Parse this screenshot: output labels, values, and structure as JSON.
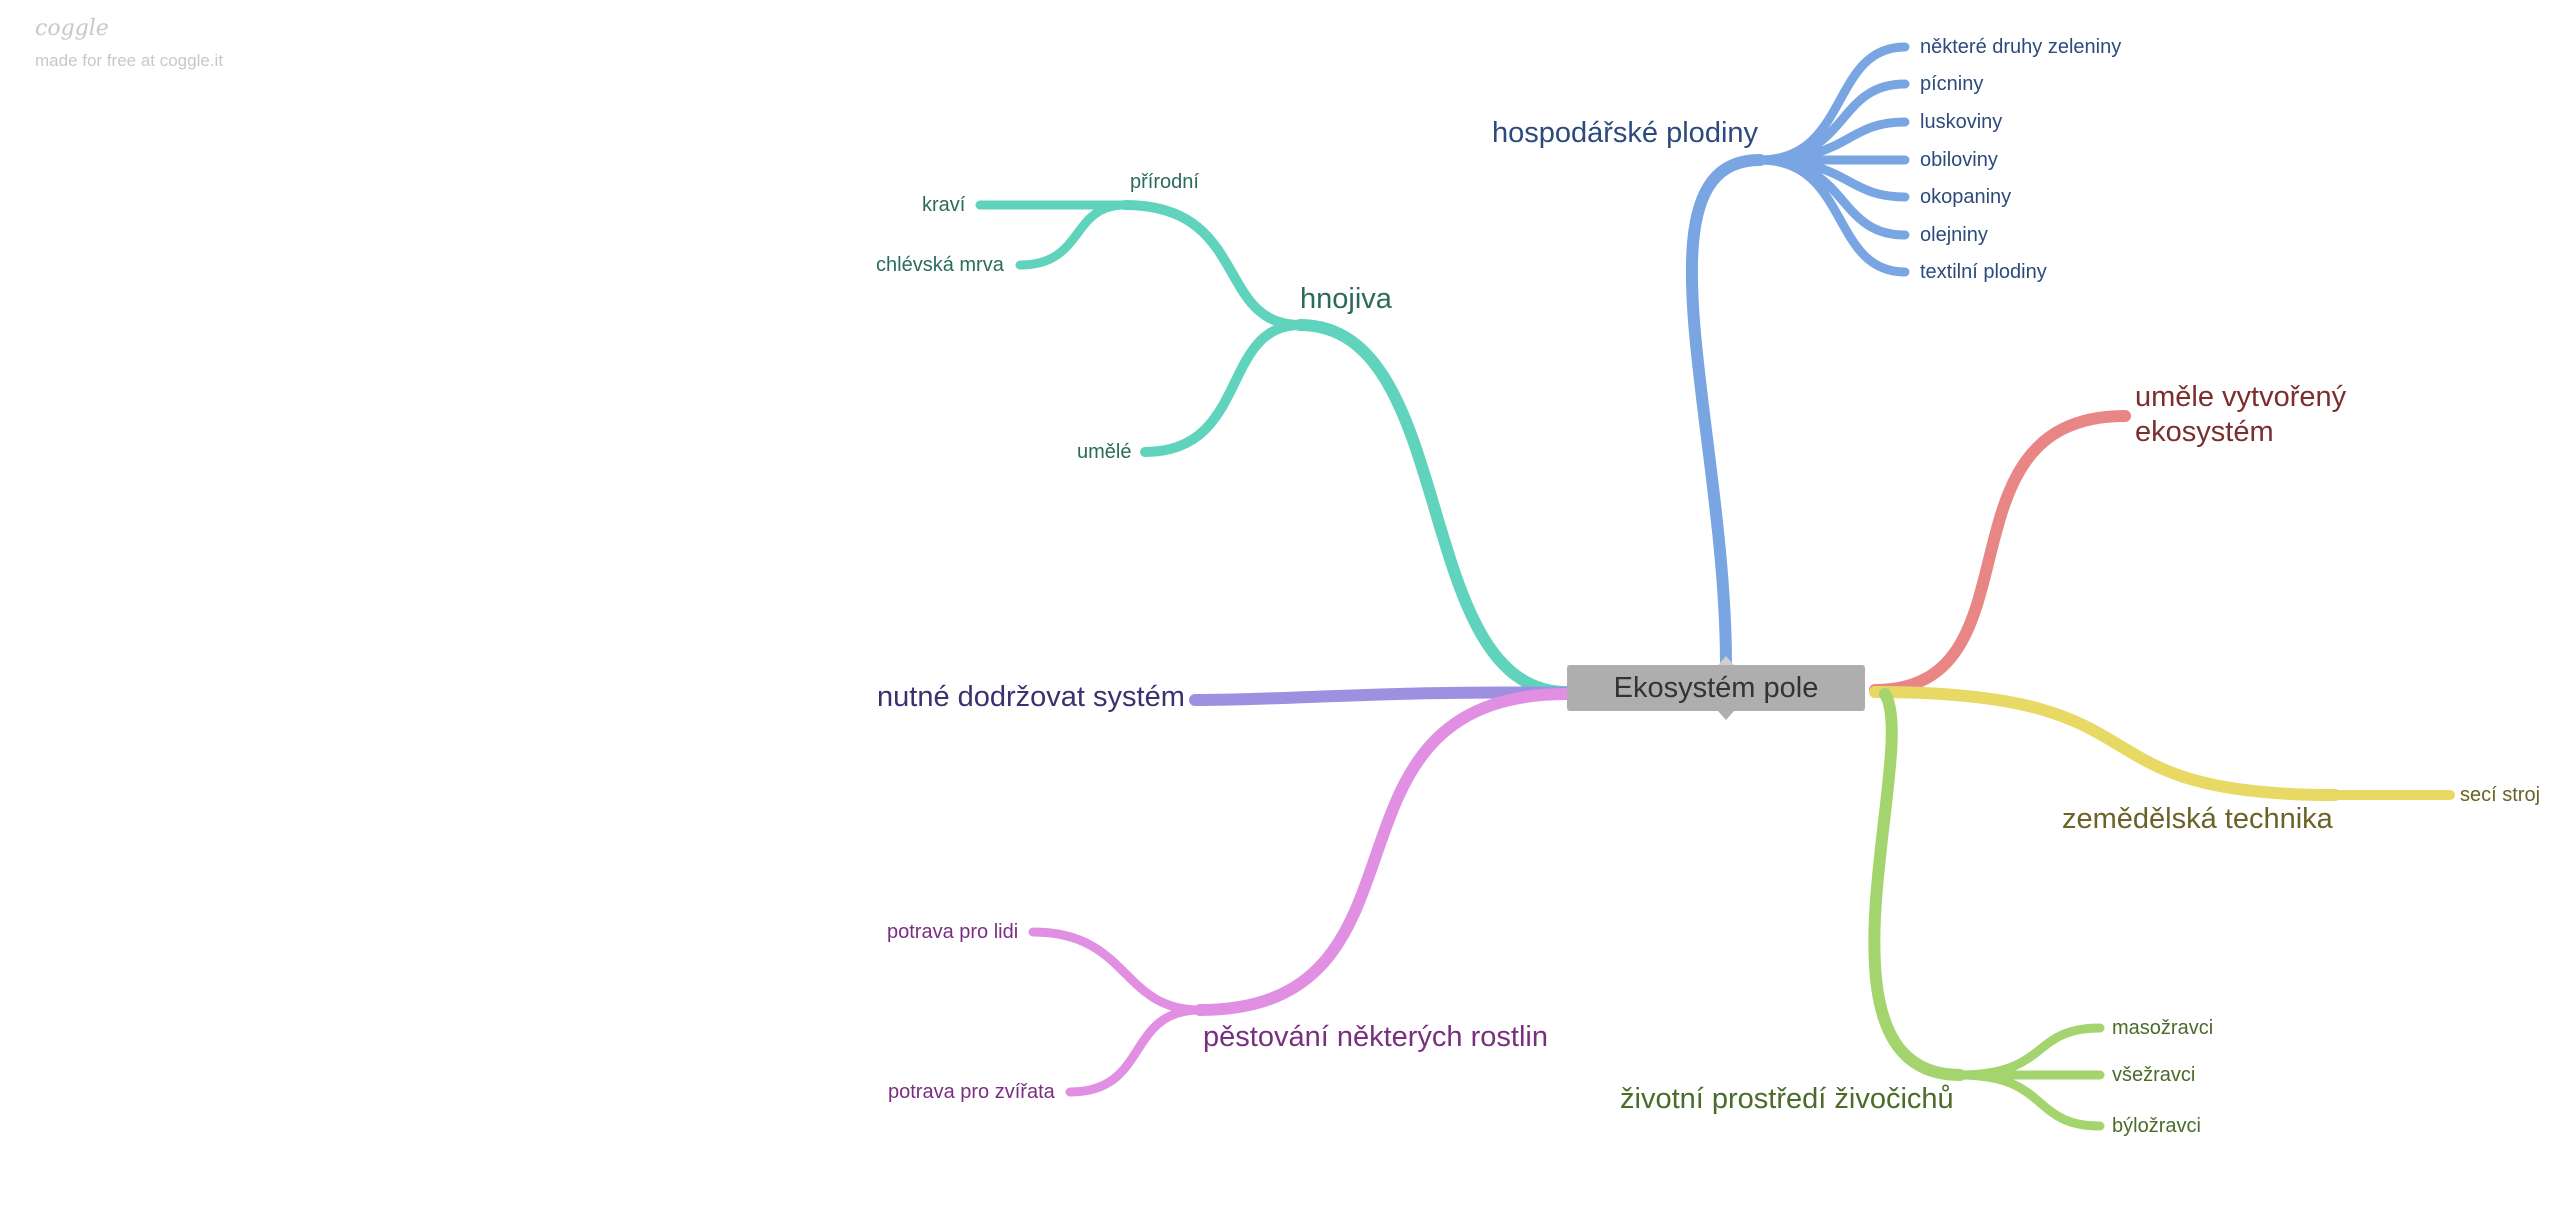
{
  "watermark": {
    "logo": "coggle",
    "subtitle": "made for free at coggle.it"
  },
  "root": {
    "label": "Ekosystém pole",
    "color": "#aeaeae"
  },
  "branches": [
    {
      "id": "hnojiva",
      "label": "hnojiva",
      "color": "#5fd3bc",
      "text_color": "#2a6b5c",
      "children": [
        {
          "label": "přírodní",
          "children": [
            {
              "label": "kraví"
            },
            {
              "label": "chlévská mrva"
            }
          ]
        },
        {
          "label": "umělé"
        }
      ]
    },
    {
      "id": "plodiny",
      "label": "hospodářské plodiny",
      "color": "#79a6e3",
      "text_color": "#2c4a7c",
      "children": [
        {
          "label": "některé druhy zeleniny"
        },
        {
          "label": "pícniny"
        },
        {
          "label": "luskoviny"
        },
        {
          "label": "obiloviny"
        },
        {
          "label": "okopaniny"
        },
        {
          "label": "olejniny"
        },
        {
          "label": "textilní plodiny"
        }
      ]
    },
    {
      "id": "umele",
      "label_line1": "uměle vytvořený",
      "label_line2": "ekosystém",
      "color": "#e88686",
      "text_color": "#7a2e2e"
    },
    {
      "id": "technika",
      "label": "zemědělská technika",
      "color": "#e8d964",
      "text_color": "#6b6228",
      "children": [
        {
          "label": "secí stroj"
        }
      ]
    },
    {
      "id": "zivocichove",
      "label": "životní prostředí živočichů",
      "color": "#a3d46e",
      "text_color": "#4a6b2a",
      "children": [
        {
          "label": "masožravci"
        },
        {
          "label": "všežravci"
        },
        {
          "label": "býložravci"
        }
      ]
    },
    {
      "id": "system",
      "label": "nutné dodržovat systém",
      "color": "#9d90e0",
      "text_color": "#3a3170"
    },
    {
      "id": "pestovani",
      "label": "pěstování některých rostlin",
      "color": "#e08fe3",
      "text_color": "#7a2e80",
      "children": [
        {
          "label": "potrava pro lidi"
        },
        {
          "label": "potrava pro zvířata"
        }
      ]
    }
  ]
}
